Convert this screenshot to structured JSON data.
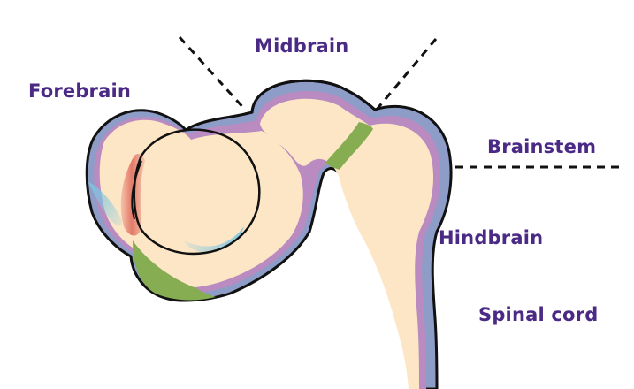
{
  "labels": {
    "forebrain": "Forebrain",
    "midbrain": "Midbrain",
    "brainstem": "Brainstem",
    "hindbrain": "Hindbrain",
    "spinal_cord": "Spinal cord"
  },
  "colors": {
    "label_text": "#4b2a86",
    "tissue": "#fce6c5",
    "outer_layer": "#8e9dc8",
    "inner_lining": "#b98bc0",
    "boundary_band": "#86ad52",
    "red_zone": "#e27466",
    "blue_zone": "#7cc6e2",
    "outline": "#111111"
  }
}
